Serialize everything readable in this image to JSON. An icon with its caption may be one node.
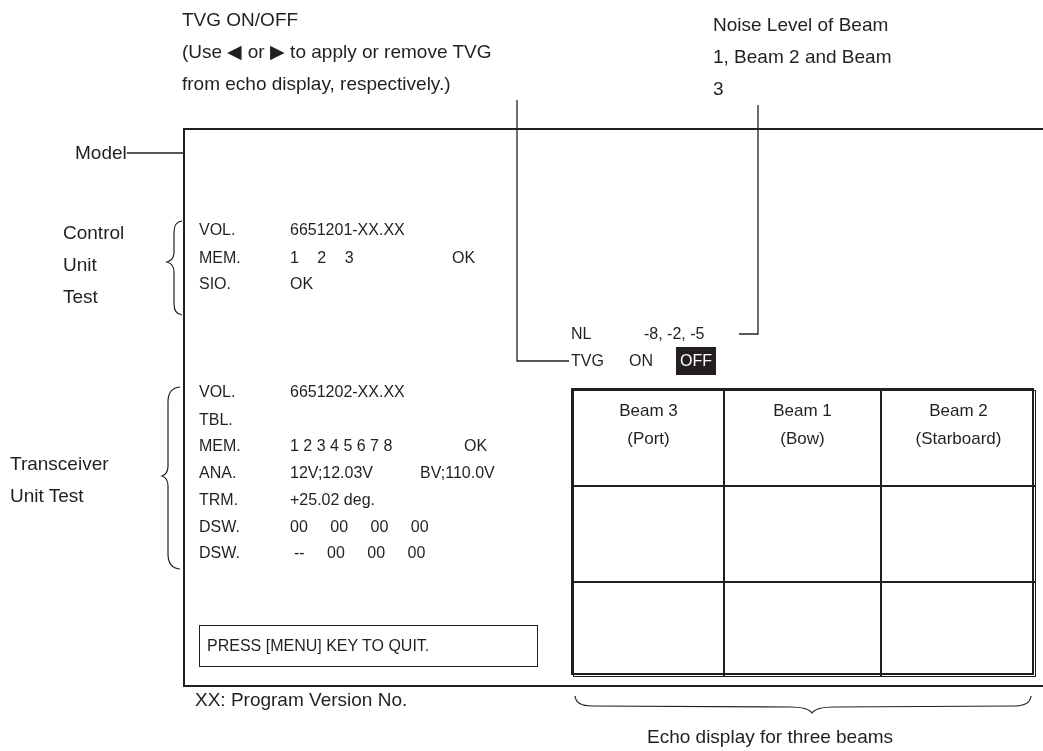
{
  "diagram": {
    "nodes": [
      {
        "text": [
          "TVG ON/OFF",
          "(Use ◀ or ▶ to apply or remove TVG from echo display, respectively.)"
        ]
      },
      {
        "text": [
          "Noise Level of Beam 1, Beam 2 and Beam 3"
        ]
      },
      {
        "text": [
          "Model"
        ]
      },
      {
        "text": [],
        "shape": "box"
      },
      {
        "text": [
          "NL",
          "-8, -2, -5"
        ],
        "in": 3
      },
      {
        "text": [
          "TVG",
          "ON",
          "OFF"
        ],
        "in": 3
      },
      {
        "text": [
          "PRESS [MENU] KEY TO QUIT."
        ],
        "in": 3
      },
      {
        "text": [],
        "shape": "box",
        "in": 3
      },
      {
        "text": [
          "Beam 3 (Port)"
        ],
        "in": 7
      },
      {
        "text": [
          "Beam 1 (Bow)"
        ],
        "in": 7
      },
      {
        "text": [
          "Beam 2 (Starboard)"
        ],
        "in": 7
      },
      {
        "text": [],
        "shape": "box",
        "in": 7
      },
      {
        "text": [],
        "shape": "box",
        "in": 7
      },
      {
        "text": [],
        "shape": "box",
        "in": 7
      },
      {
        "text": [],
        "shape": "box",
        "in": 7
      },
      {
        "text": [],
        "shape": "box",
        "in": 7
      },
      {
        "text": [],
        "shape": "box",
        "in": 7
      }
    ],
    "edges": [
      {
        "from": 0,
        "to": 5,
        "arrow": "none"
      },
      {
        "from": 1,
        "to": 4,
        "arrow": "none"
      },
      {
        "from": 2,
        "to": 3,
        "arrow": "none"
      }
    ],
    "labels": [
      "Control Unit Test",
      "Transceiver Unit Test",
      "VOL.",
      "6651201-XX.XX",
      "MEM.",
      "1 2 3",
      "OK",
      "SIO.",
      "OK",
      "VOL.",
      "6651202-XX.XX",
      "TBL.",
      "MEM.",
      "1 2 3 4 5 6 7 8",
      "OK",
      "ANA.",
      "12V;12.03V",
      "BV;110.0V",
      "TRM.",
      "+25.02 deg.",
      "DSW.",
      "00 00 00 00",
      "DSW.",
      "-- 00 00 00",
      "XX: Program Version No.",
      "Echo display for three beams"
    ]
  }
}
